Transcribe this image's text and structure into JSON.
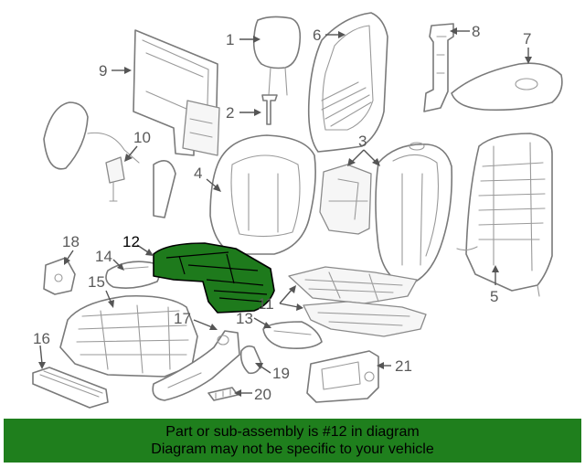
{
  "diagram": {
    "callouts": {
      "c1": "1",
      "c2": "2",
      "c3": "3",
      "c4": "4",
      "c5": "5",
      "c6": "6",
      "c7": "7",
      "c8": "8",
      "c9": "9",
      "c10": "10",
      "c11": "11",
      "c12": "12",
      "c13": "13",
      "c14": "14",
      "c15": "15",
      "c16": "16",
      "c17": "17",
      "c18": "18",
      "c19": "19",
      "c20": "20",
      "c21": "21"
    },
    "highlighted_part": "12",
    "colors": {
      "highlight": "#1e7a1c",
      "line_art": "#7a7a7a",
      "banner": "#1f7f1d"
    }
  },
  "banner": {
    "line1": "Part or sub-assembly is #12 in diagram",
    "line2": "Diagram may not be specific to your vehicle"
  }
}
